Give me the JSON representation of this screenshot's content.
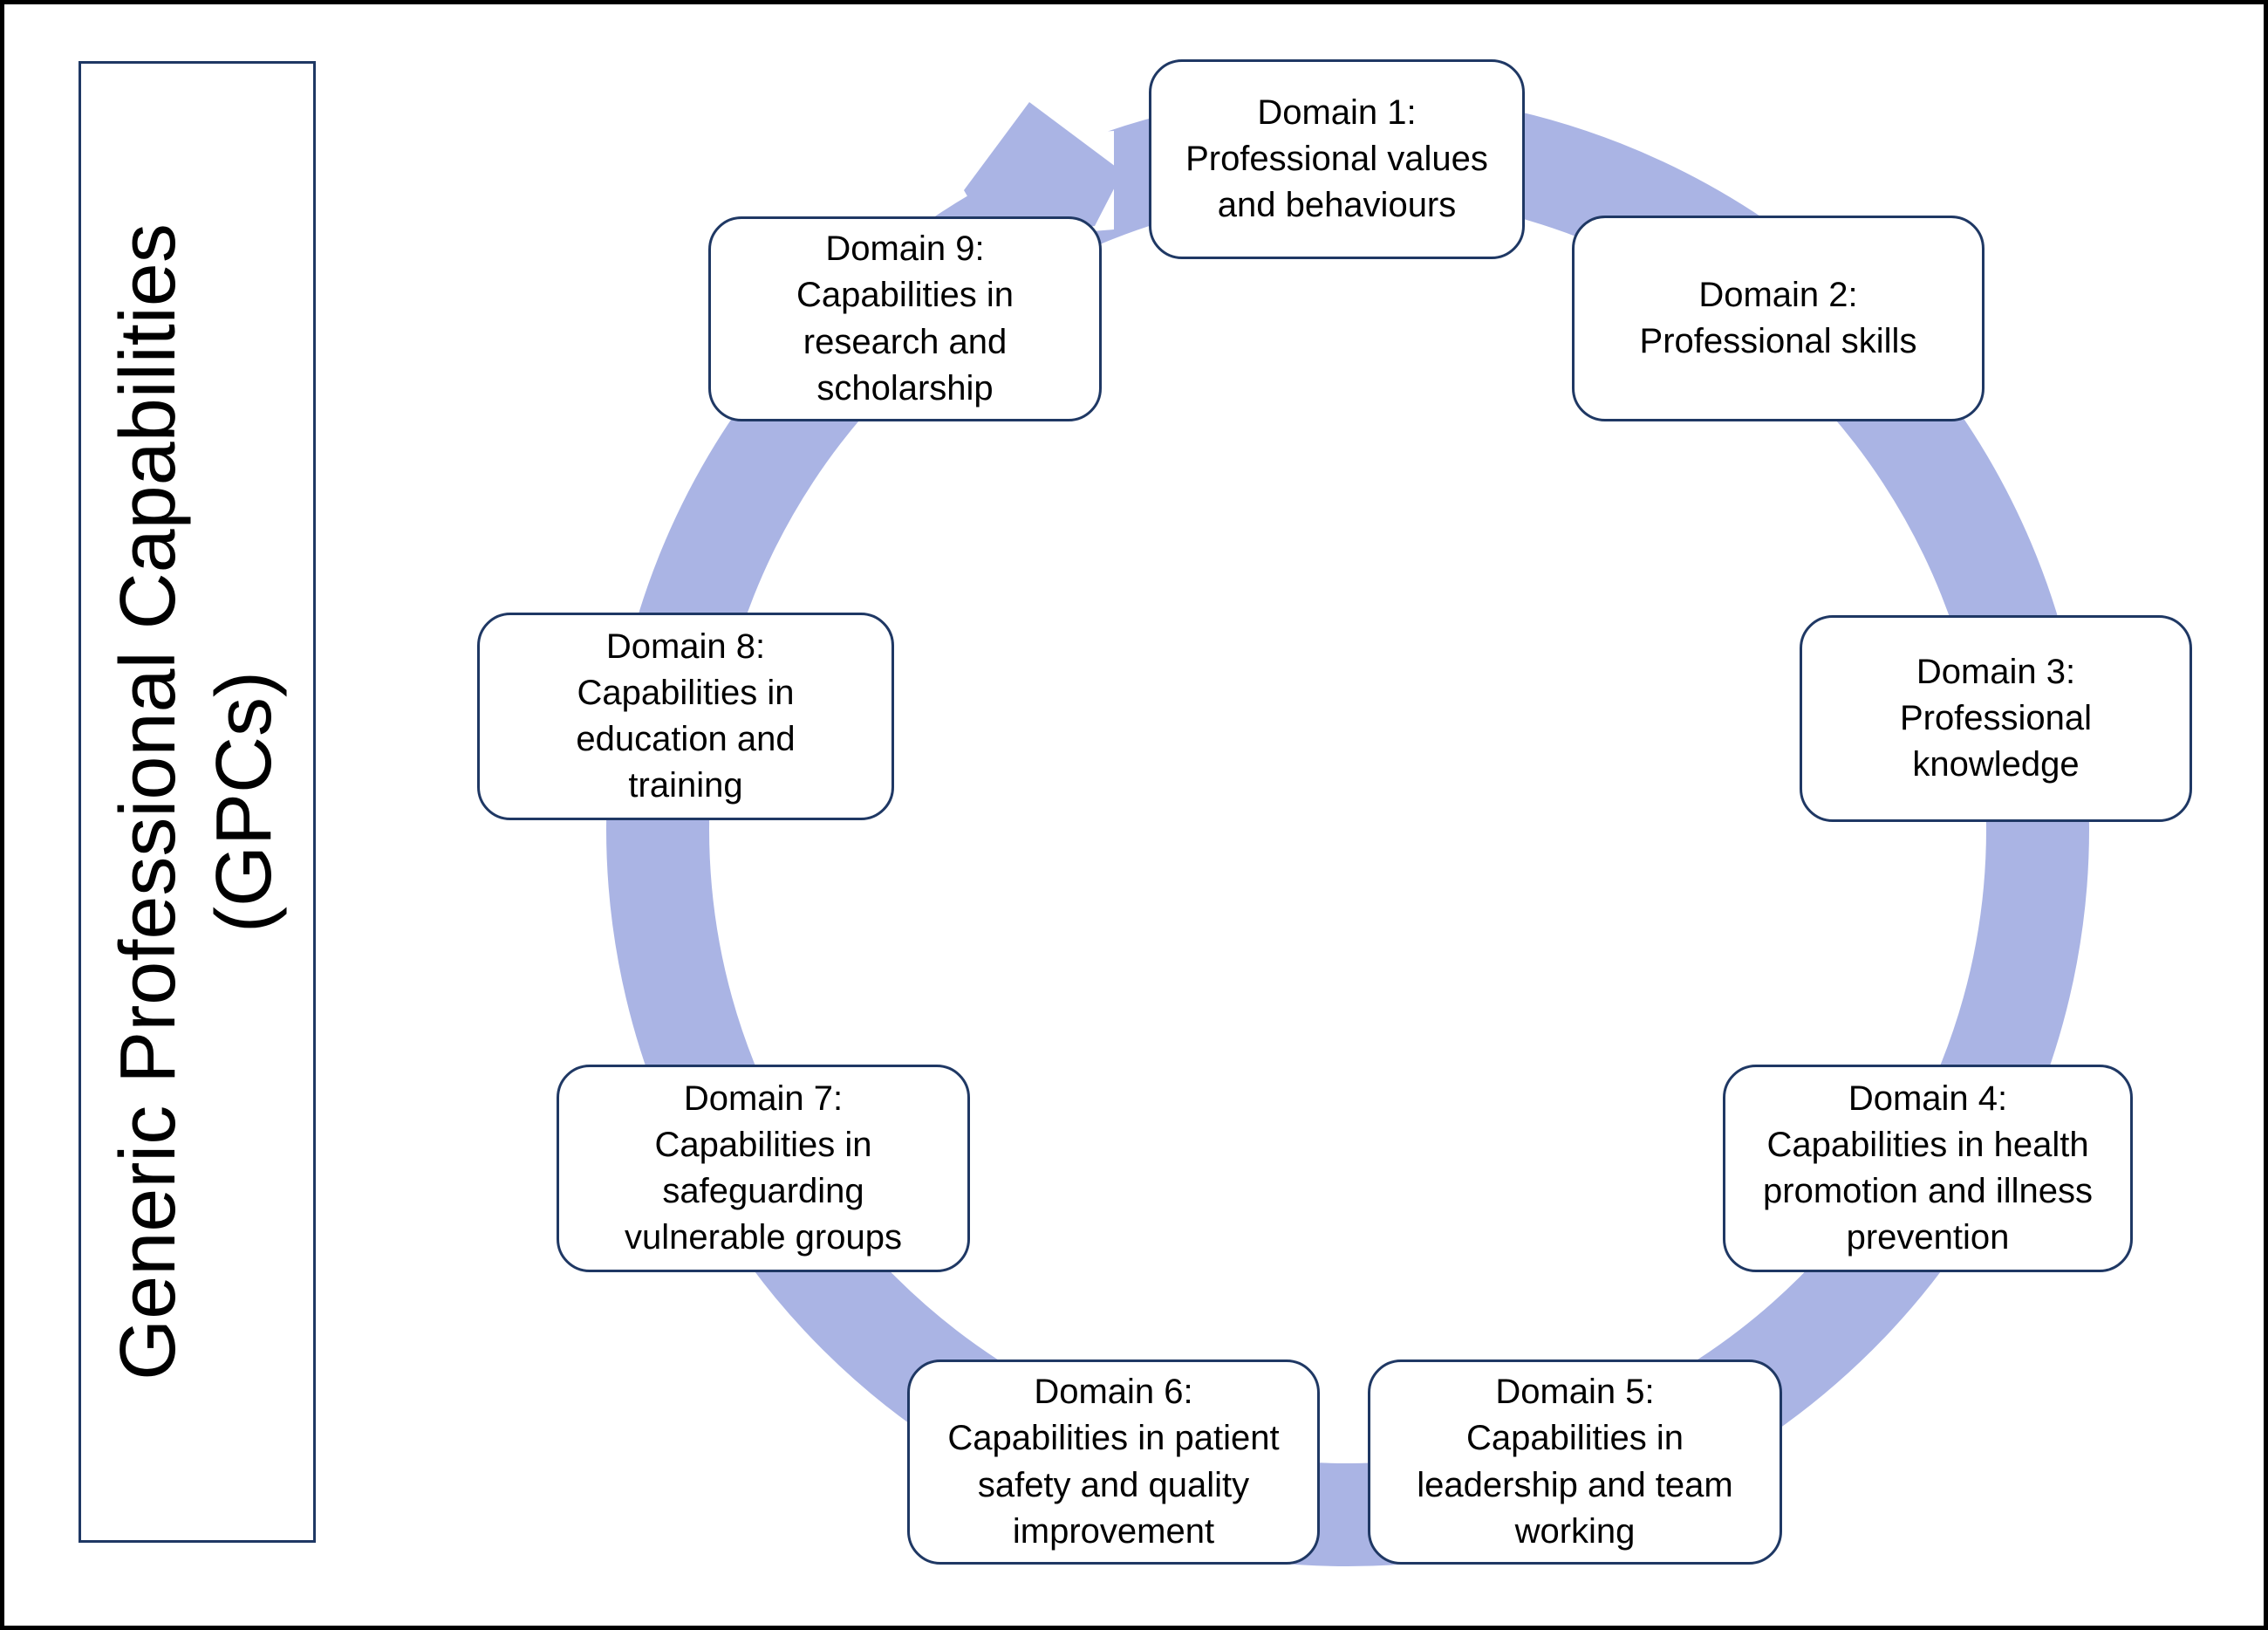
{
  "figure": {
    "title_panel": {
      "text": "Generic Professional Capabilities\n(GPCs)"
    },
    "arrow": {
      "color": "#aab4e4"
    },
    "style": {
      "box_border_color": "#1f3864",
      "box_fill": "#ffffff",
      "frame_color": "#000000",
      "text_color": "#000000"
    },
    "domains": [
      {
        "text": "Domain 1:\nProfessional values\nand behaviours"
      },
      {
        "text": "Domain 2:\nProfessional skills"
      },
      {
        "text": "Domain 3:\nProfessional\nknowledge"
      },
      {
        "text": "Domain 4:\nCapabilities in health\npromotion and illness\nprevention"
      },
      {
        "text": "Domain 5:\nCapabilities in\nleadership and team\nworking"
      },
      {
        "text": "Domain 6:\nCapabilities in patient\nsafety and quality\nimprovement"
      },
      {
        "text": "Domain 7:\nCapabilities in\nsafeguarding\nvulnerable groups"
      },
      {
        "text": "Domain 8:\nCapabilities in\neducation and\ntraining"
      },
      {
        "text": "Domain 9:\nCapabilities in\nresearch and\nscholarship"
      }
    ]
  }
}
